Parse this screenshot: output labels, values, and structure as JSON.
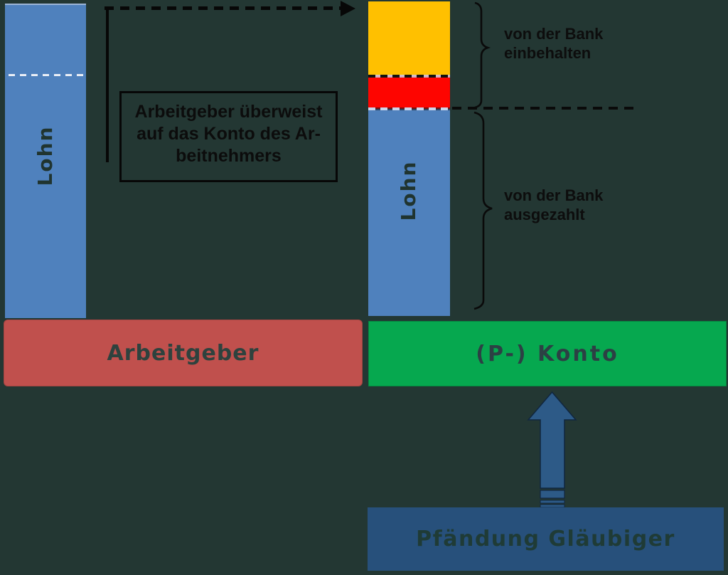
{
  "diagram": {
    "title_hint": "Wage garnishment / P-Konto flow diagram",
    "colors": {
      "background": "#233733",
      "wage_bar_blue": "#4f81bd",
      "withheld_yellow": "#ffc000",
      "withheld_red": "#fe0500",
      "employer_red": "#c0504d",
      "account_green": "#06a84f",
      "arrow_blue": "#2d5a87",
      "creditor_blue": "#27507b",
      "line_black": "#070707"
    },
    "left_column": {
      "wage_bar_label": "Lohn"
    },
    "transfer_note": {
      "line1": "Arbeitgeber überweist",
      "line2": "auf das Konto des Ar-",
      "line3": "beitnehmers"
    },
    "account_column": {
      "wage_bar_label": "Lohn",
      "segments": [
        {
          "name": "withheld-upper",
          "color": "#ffc000"
        },
        {
          "name": "withheld-lower",
          "color": "#fe0500"
        },
        {
          "name": "paid-out",
          "color": "#4f81bd"
        }
      ]
    },
    "annotations": {
      "withheld": {
        "line1": "von der Bank",
        "line2": "einbehalten"
      },
      "paid_out": {
        "line1": "von der Bank",
        "line2": "ausgezahlt"
      }
    },
    "employer_bar": {
      "label": "Arbeitgeber"
    },
    "account_bar": {
      "label": "(P-) Konto"
    },
    "creditor_box": {
      "label": "Pfändung Gläubiger"
    }
  }
}
